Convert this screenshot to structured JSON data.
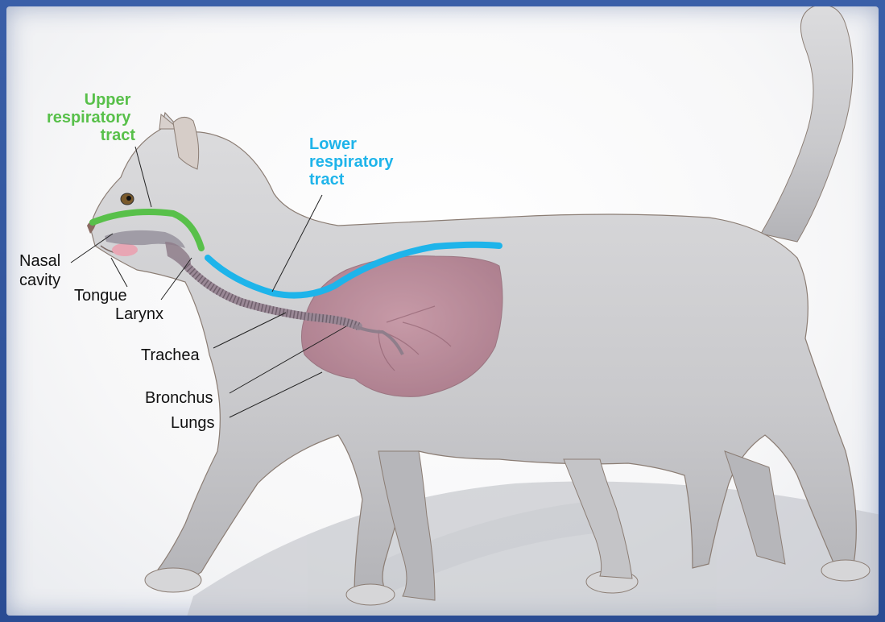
{
  "headings": {
    "upper": {
      "lines": [
        "Upper",
        "respiratory",
        "tract"
      ],
      "color": "#58c04a"
    },
    "lower": {
      "lines": [
        "Lower",
        "respiratory",
        "tract"
      ],
      "color": "#1eb4ea"
    }
  },
  "labels": {
    "nasal_cavity": [
      "Nasal",
      "cavity"
    ],
    "tongue": "Tongue",
    "larynx": "Larynx",
    "trachea": "Trachea",
    "bronchus": "Bronchus",
    "lungs": "Lungs"
  },
  "colors": {
    "body": "#cfcfd1",
    "body_shadow": "#a9a9ad",
    "lungs": "#b87c8e",
    "trachea": "#8e7d8a",
    "frame": "#2b4f94"
  }
}
